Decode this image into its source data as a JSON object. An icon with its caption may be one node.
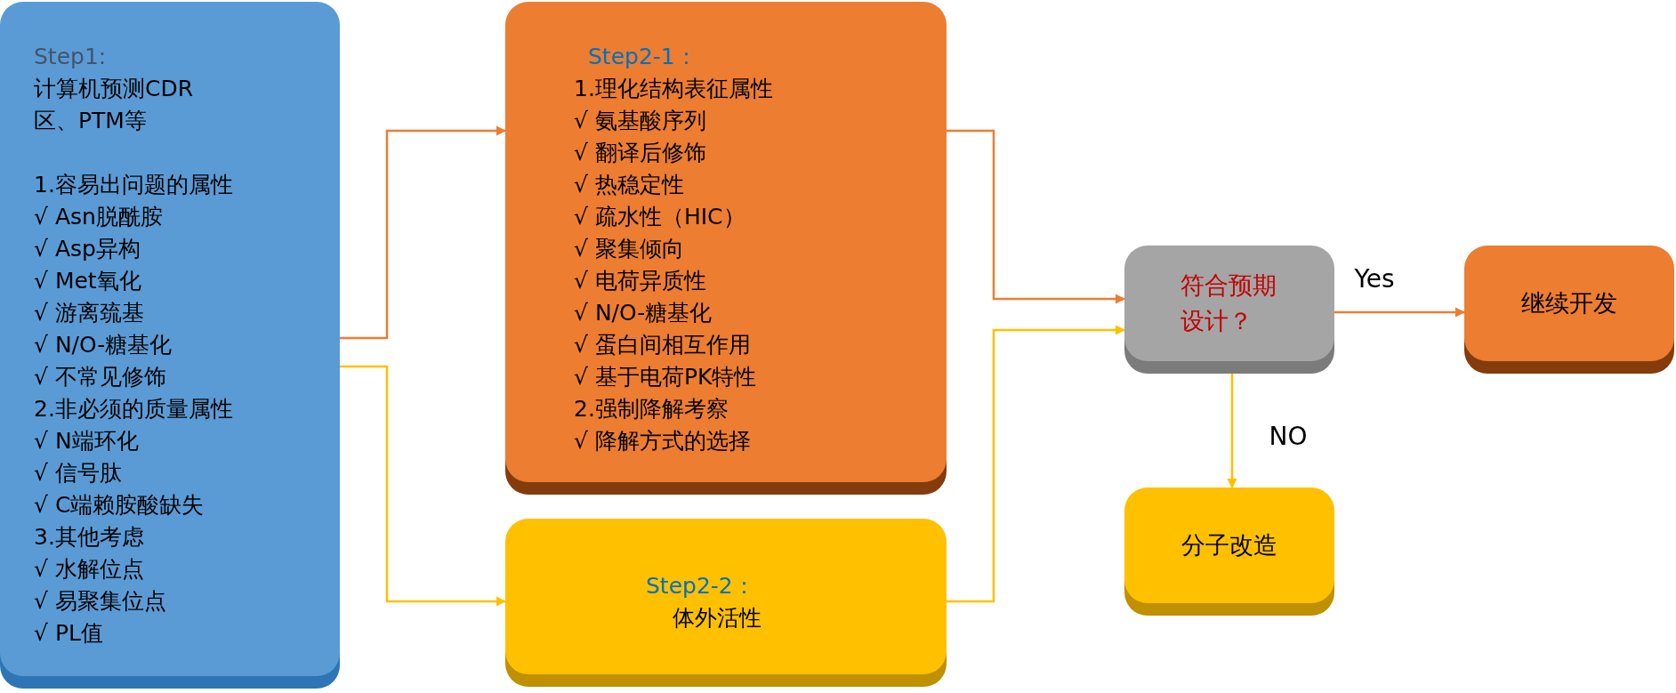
{
  "diagram": {
    "nodes": [
      {
        "text": [
          "Step1:",
          "计算机预测CDR区、PTM等",
          "1.容易出问题的属性",
          "√ Asn脱酰胺",
          "√ Asp异构",
          "√ Met氧化",
          "√ 游离巯基",
          "√ N/O-糖基化",
          "√ 不常见修饰",
          "2.非必须的质量属性",
          "√ N端环化",
          "√ 信号肽",
          "√ C端赖胺酸缺失",
          "3.其他考虑",
          "√ 水解位点",
          "√ 易聚集位点",
          "√ PL值"
        ]
      },
      {
        "text": [
          "Step2-1：",
          "1.理化结构表征属性",
          "√ 氨基酸序列",
          "√ 翻译后修饰",
          "√ 热稳定性",
          "√ 疏水性（HIC）",
          "√ 聚集倾向",
          "√ 电荷异质性",
          "√ N/O-糖基化",
          "√ 蛋白间相互作用",
          "√ 基于电荷PK特性",
          "2.强制降解考察",
          "√ 降解方式的选择"
        ]
      },
      {
        "text": [
          "Step2-2：",
          "体外活性"
        ]
      },
      {
        "text": [
          "符合预期设计？"
        ]
      },
      {
        "text": [
          "继续开发"
        ]
      },
      {
        "text": [
          "分子改造"
        ]
      }
    ],
    "edges": [
      {
        "from": 0,
        "to": 1,
        "arrow": "to",
        "color": "#ed7d31"
      },
      {
        "from": 0,
        "to": 2,
        "arrow": "to",
        "color": "#ffc000"
      },
      {
        "from": 1,
        "to": 3,
        "arrow": "to",
        "color": "#ed7d31"
      },
      {
        "from": 2,
        "to": 3,
        "arrow": "to",
        "color": "#ffc000"
      },
      {
        "from": 3,
        "to": 4,
        "arrow": "to",
        "label": "Yes",
        "color": "#ed7d31"
      },
      {
        "from": 3,
        "to": 5,
        "arrow": "to",
        "label": "NO",
        "color": "#ffc000"
      }
    ]
  }
}
